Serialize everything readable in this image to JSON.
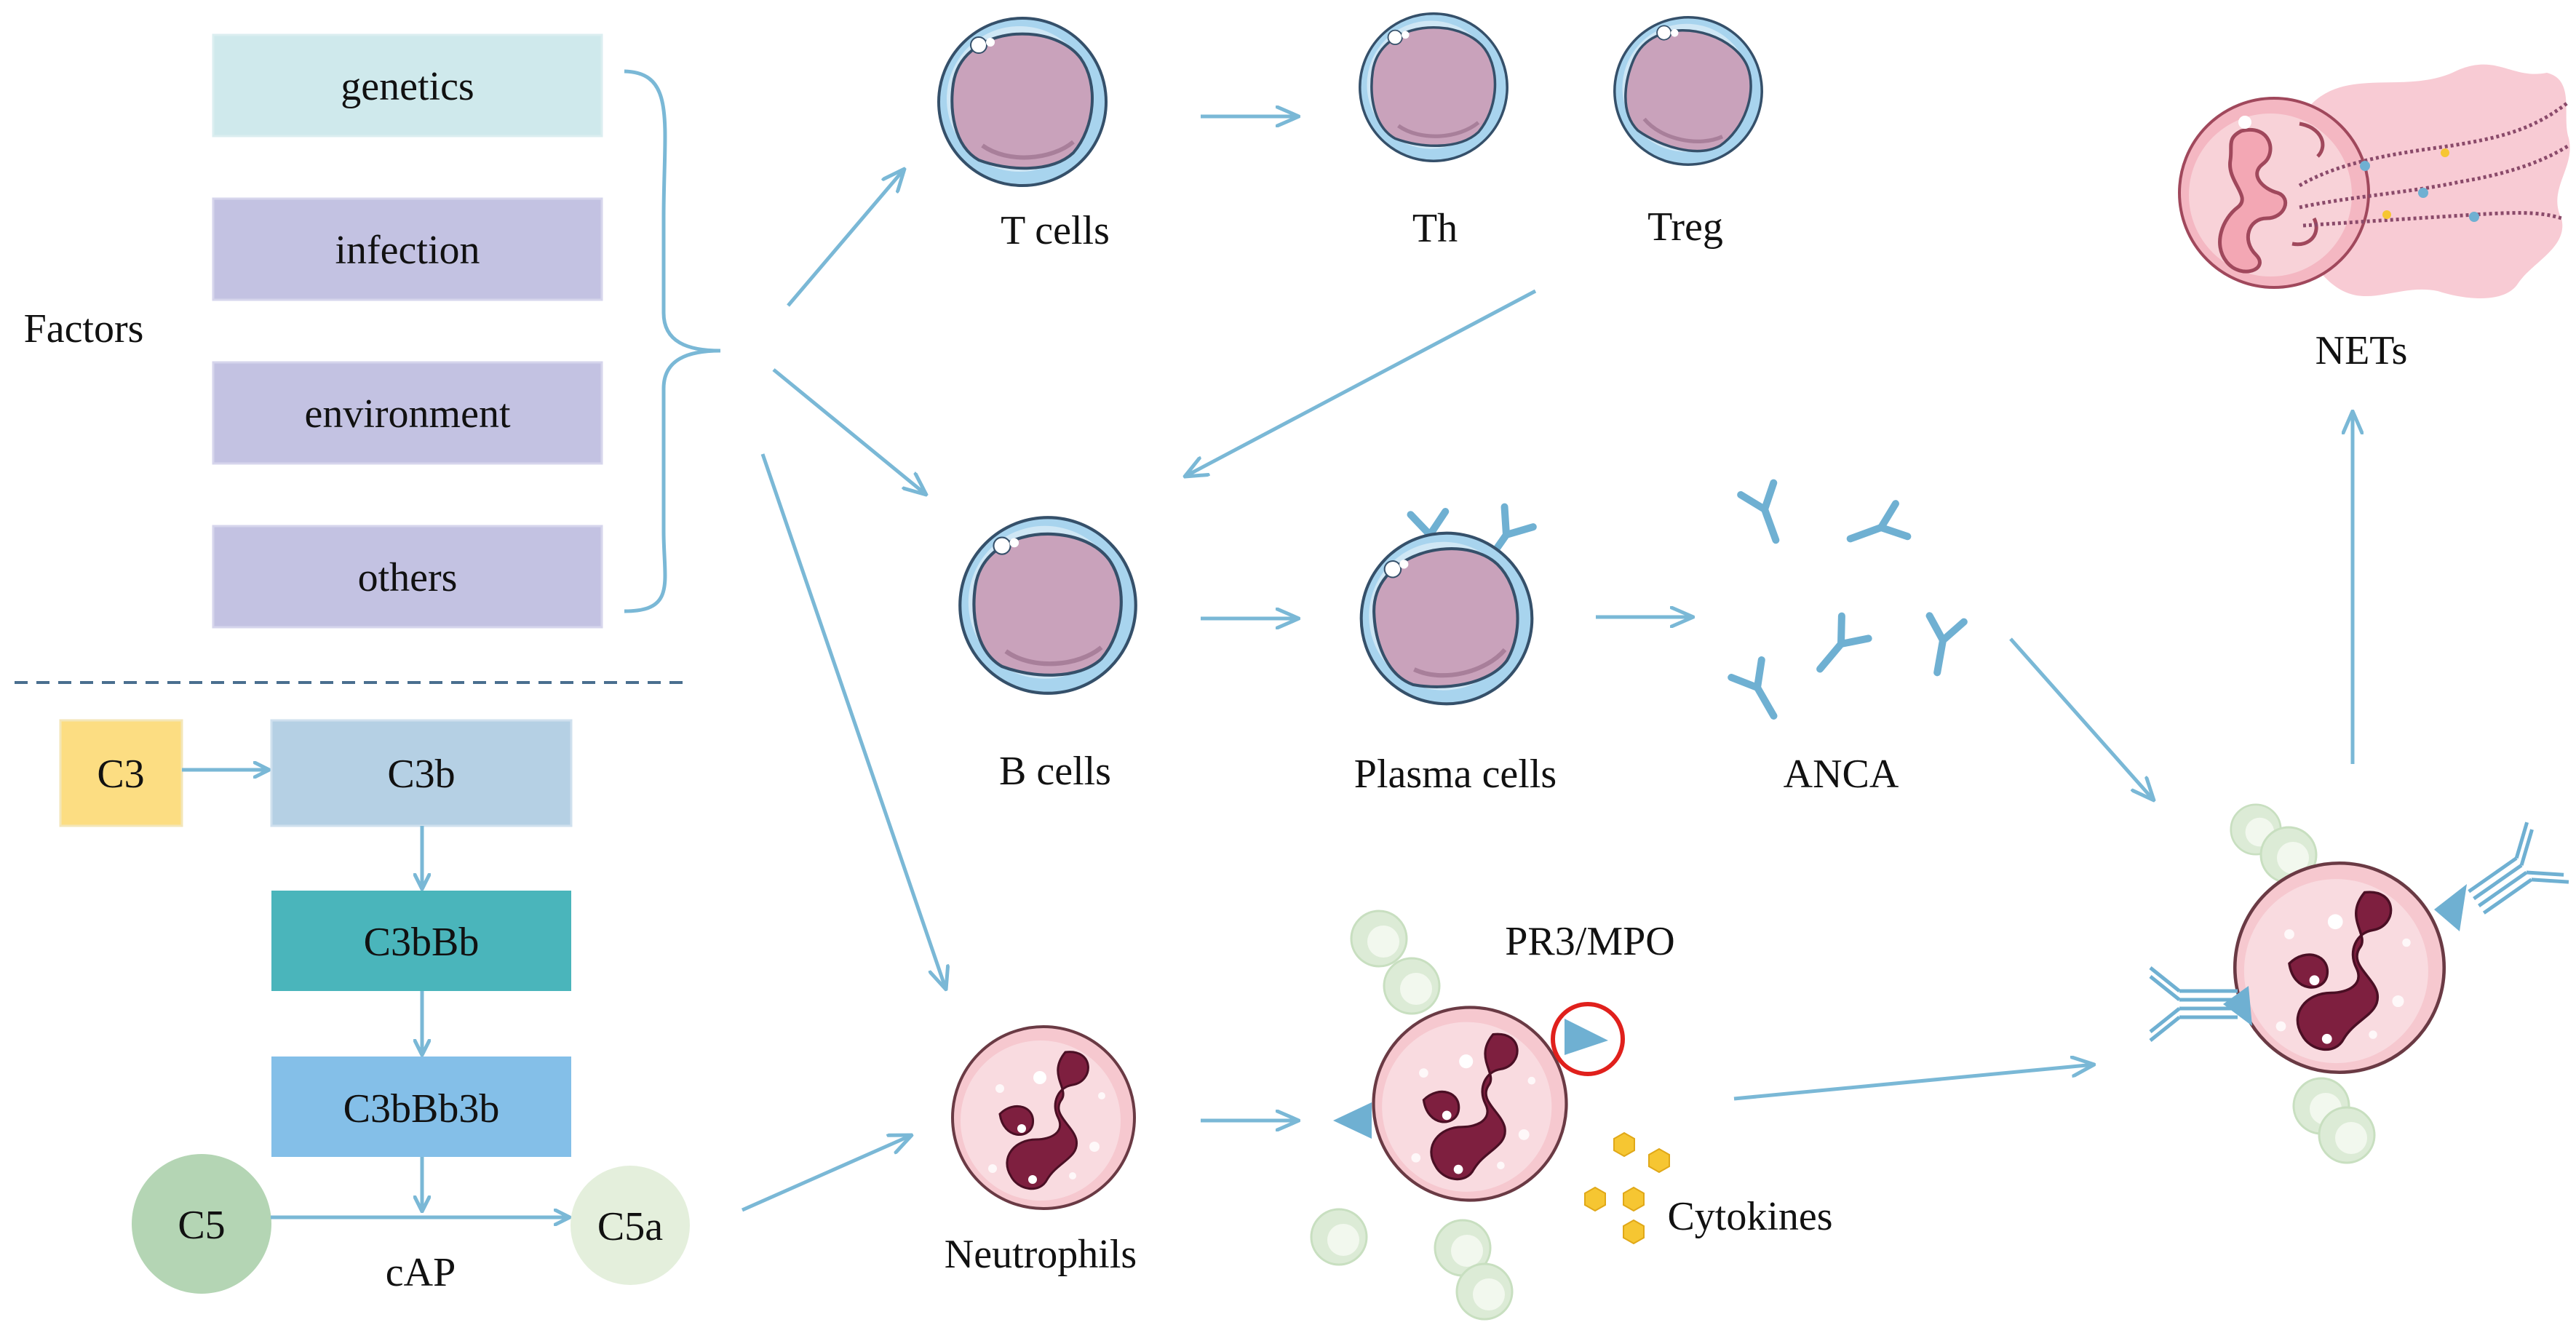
{
  "factors": {
    "title": "Factors",
    "items": [
      "genetics",
      "infection",
      "environment",
      "others"
    ]
  },
  "complement": {
    "c3": "C3",
    "c3b": "C3b",
    "c3bbb": "C3bBb",
    "c3bbb3b": "C3bBb3b",
    "c5": "C5",
    "c5a": "C5a",
    "pathway": "cAP"
  },
  "cells": {
    "t_cells": "T cells",
    "th": "Th",
    "treg": "Treg",
    "b_cells": "B cells",
    "plasma_cells": "Plasma cells",
    "anca": "ANCA",
    "neutrophils": "Neutrophils",
    "pr3_mpo": "PR3/MPO",
    "cytokines": "Cytokines",
    "nets": "NETs"
  },
  "colors": {
    "arrow": "#7ab8d6",
    "genetics_box": "#cfe9ec",
    "factor_box": "#c3c2e2",
    "c3_box": "#fcdd82",
    "c3b_box": "#b5d0e4",
    "c3bbb_box": "#4ab5bb",
    "c3bbb3b_box": "#84bfe8",
    "c5_circle": "#b4d5b4",
    "c5a_circle": "#e4efdc",
    "lymph_membrane": "#a8d4ee",
    "lymph_nucleus": "#c9a2bb",
    "neutro_body": "#f6c8cf",
    "neutro_nucleus": "#7e1f3f",
    "antibody": "#6fb0d2",
    "highlight_circle": "#e0201c"
  }
}
